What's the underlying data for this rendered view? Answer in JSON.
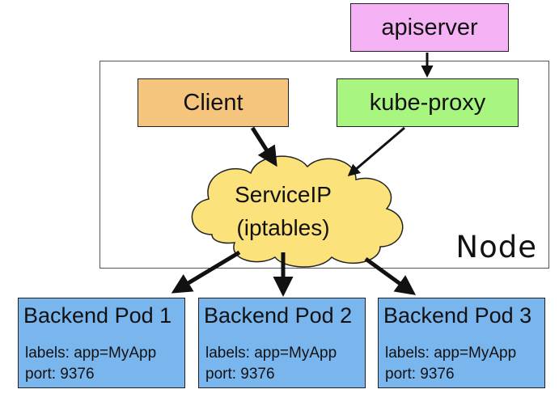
{
  "nodes": {
    "apiserver": {
      "label": "apiserver",
      "color": "#f5b3f5"
    },
    "node": {
      "label": "Node"
    },
    "client": {
      "label": "Client",
      "color": "#f5c57d"
    },
    "kube_proxy": {
      "label": "kube-proxy",
      "color": "#a8f57f"
    },
    "service_ip": {
      "line1": "ServiceIP",
      "line2": "(iptables)",
      "color": "#fbe27a"
    },
    "pods": [
      {
        "title": "Backend Pod 1",
        "labels": "labels: app=MyApp",
        "port": "port: 9376"
      },
      {
        "title": "Backend Pod 2",
        "labels": "labels: app=MyApp",
        "port": "port: 9376"
      },
      {
        "title": "Backend Pod 3",
        "labels": "labels: app=MyApp",
        "port": "port: 9376"
      }
    ],
    "pod_color": "#7ab6ee"
  },
  "edges": [
    {
      "from": "apiserver",
      "to": "kube_proxy"
    },
    {
      "from": "client",
      "to": "service_ip"
    },
    {
      "from": "kube_proxy",
      "to": "service_ip"
    },
    {
      "from": "service_ip",
      "to": "pod1"
    },
    {
      "from": "service_ip",
      "to": "pod2"
    },
    {
      "from": "service_ip",
      "to": "pod3"
    }
  ]
}
